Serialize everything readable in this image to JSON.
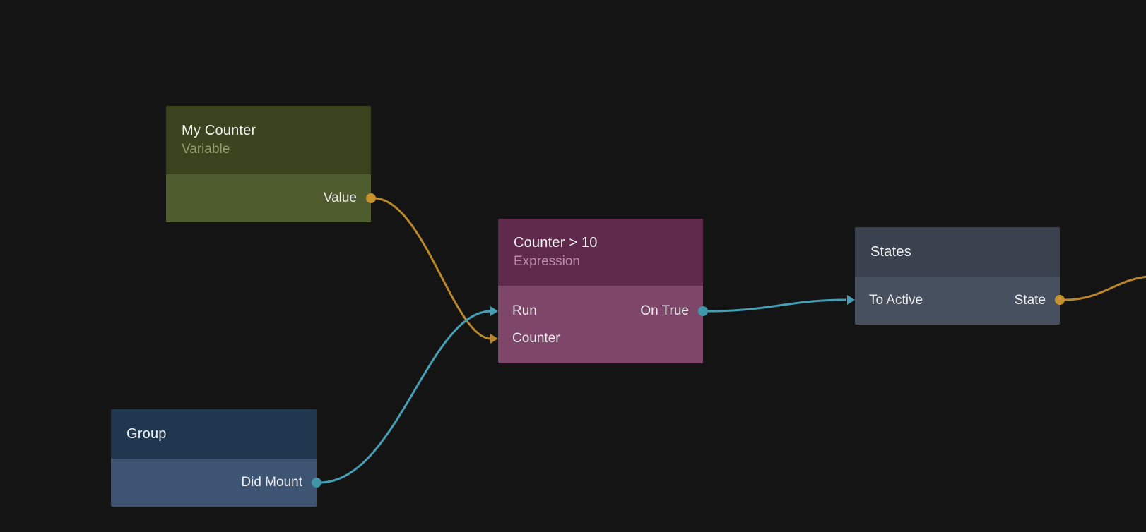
{
  "canvas": {
    "background": "#141414"
  },
  "palette": {
    "wire_orange": "#b9882a",
    "wire_teal": "#45a0b6",
    "port_orange": "#c6932f",
    "port_teal": "#3f96ab",
    "title_text": "#f1f1f1",
    "port_text": "#ededed"
  },
  "nodes": [
    {
      "title": "My Counter",
      "subtitle": "Variable",
      "inputs": [],
      "outputs": [
        {
          "label": "Value",
          "port_color": "#c6932f"
        }
      ],
      "colors": {
        "header": "#3a451f",
        "body": "#4f5c2e",
        "subtitle": "#95a06b"
      }
    },
    {
      "title": "Counter > 10",
      "subtitle": "Expression",
      "inputs": [
        {
          "label": "Run",
          "port_color": "#45a0b6"
        },
        {
          "label": "Counter",
          "port_color": "#b9882a"
        }
      ],
      "outputs": [
        {
          "label": "On True",
          "port_color": "#3f96ab"
        }
      ],
      "colors": {
        "header": "#5f2a4c",
        "body": "#7e476a",
        "subtitle": "#bd8fac"
      }
    },
    {
      "title": "States",
      "inputs": [
        {
          "label": "To Active",
          "port_color": "#45a0b6"
        }
      ],
      "outputs": [
        {
          "label": "State",
          "port_color": "#c6932f"
        }
      ],
      "colors": {
        "header": "#3a414f",
        "body": "#47505e"
      }
    },
    {
      "title": "Group",
      "inputs": [],
      "outputs": [
        {
          "label": "Did Mount",
          "port_color": "#3f96ab"
        }
      ],
      "colors": {
        "header": "#1f3850",
        "body": "#3d5473"
      }
    }
  ],
  "connections": [
    {
      "from": "My Counter.Value",
      "to": "Counter > 10.Counter",
      "color": "#b9882a"
    },
    {
      "from": "Group.Did Mount",
      "to": "Counter > 10.Run",
      "color": "#45a0b6"
    },
    {
      "from": "Counter > 10.On True",
      "to": "States.To Active",
      "color": "#45a0b6"
    },
    {
      "from": "States.State",
      "to": "offscreen-right",
      "color": "#b9882a"
    }
  ]
}
